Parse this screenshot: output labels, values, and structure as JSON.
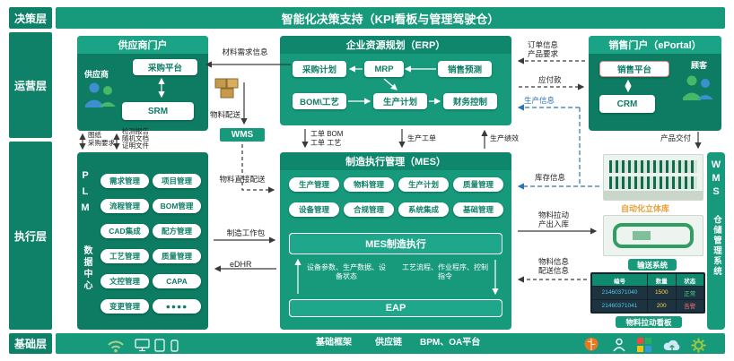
{
  "layers": {
    "decision": "决策层",
    "operation": "运营层",
    "execution": "执行层",
    "foundation": "基础层"
  },
  "banner": {
    "title": "智能化决策支持（KPI看板与管理驾驶仓）"
  },
  "supplier_portal": {
    "title": "供应商门户",
    "supplier": "供应商",
    "purchase_platform": "采购平台",
    "srm": "SRM"
  },
  "erp": {
    "title": "企业资源规划（ERP）",
    "purchase_plan": "采购计划",
    "mrp": "MRP",
    "sales_forecast": "销售预测",
    "bom_process": "BOM\\工艺",
    "production_plan": "生产计划",
    "finance": "财务控制"
  },
  "sales_portal": {
    "title": "销售门户（ePortal）",
    "sales_platform": "销售平台",
    "crm": "CRM",
    "customer": "顾客"
  },
  "plm": {
    "letters": "PLM",
    "name": "数据中心",
    "items": [
      "需求管理",
      "项目管理",
      "流程管理",
      "BOM管理",
      "CAD集成",
      "配方管理",
      "工艺管理",
      "质量管理",
      "文控管理",
      "CAPA",
      "变更管理",
      "●●●●"
    ]
  },
  "mes": {
    "title": "制造执行管理（MES）",
    "modules": [
      "生产管理",
      "物料管理",
      "生产计划",
      "质量管理",
      "设备管理",
      "合规管理",
      "系统集成",
      "基础管理"
    ],
    "exec": "MES制造执行",
    "note_left": "设备参数、生产数据、设备状态",
    "note_right": "工艺流程、作业程序、控制指令",
    "eap": "EAP"
  },
  "wms": {
    "mini": "WMS",
    "abbr": "WMS",
    "name": "仓储管理系统"
  },
  "warehouse": {
    "auto_label": "自动化立体库",
    "conveyor_label": "输送系统",
    "kanban_label": "物料拉动看板",
    "table": {
      "headers": [
        "编号",
        "数量",
        "状态"
      ],
      "rows": [
        [
          "21460371040",
          "1500",
          "正常"
        ],
        [
          "21460371041",
          "200",
          "告警"
        ]
      ]
    }
  },
  "flows": {
    "material_demand": "材料需求信息",
    "order_info": "订单信息",
    "product_req": "产品要求",
    "payable": "应付款",
    "production_info": "生产信息",
    "material_delivery": "物料配送",
    "drawing": "图纸",
    "purchase_req": "采购要求",
    "report": "检测报告",
    "random_doc": "随机文档",
    "cert": "证明文件",
    "wo_bom": "工单 BOM",
    "wo_craft": "工单 工艺",
    "prod_order": "生产工单",
    "prod_kpi": "生产绩效",
    "delivery": "产品交付",
    "direct": "物料直接配送",
    "package": "制造工作包",
    "edhr": "eDHR",
    "inventory": "库存信息",
    "pull": "物料拉动",
    "inout": "产出入库",
    "mat_info": "物料信息",
    "dist_info": "配送信息"
  },
  "foundation": {
    "frame": "基础框架",
    "supply": "供应链",
    "platform": "BPM、OA平台"
  }
}
